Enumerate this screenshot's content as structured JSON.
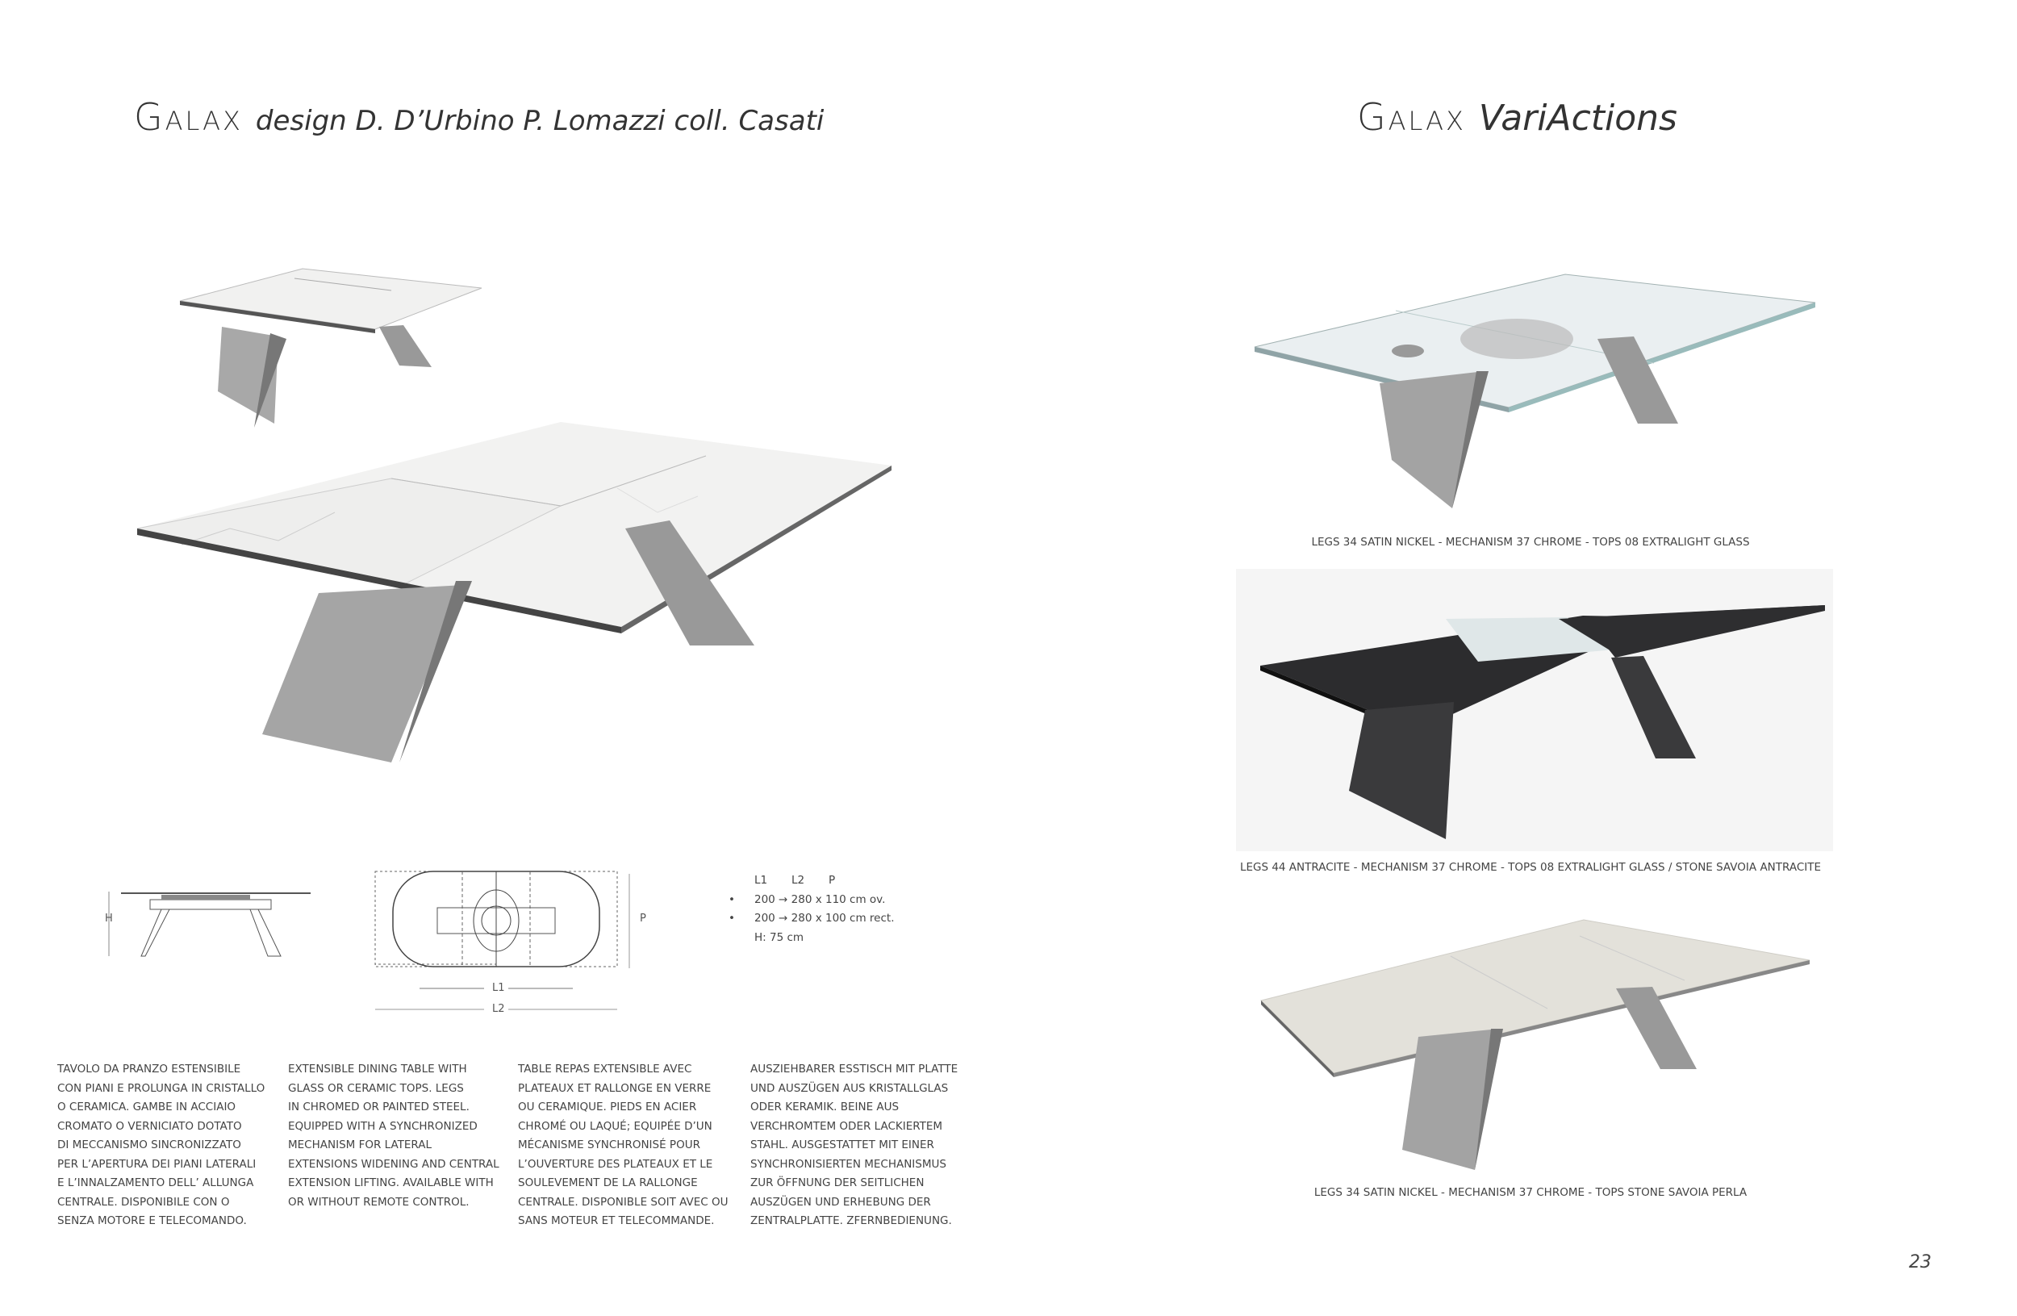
{
  "left_header": {
    "brand": "Galax",
    "subtitle": "design D. D’Urbino P. Lomazzi coll. Casati"
  },
  "right_header": {
    "brand": "Galax",
    "subtitle": "VariActions"
  },
  "drawings": {
    "h_label": "H",
    "p_label": "P",
    "l1_label": "L1",
    "l2_label": "L2"
  },
  "specs": {
    "headers": [
      "L1",
      "L2",
      "P"
    ],
    "rows": [
      {
        "bullet": "•",
        "text": "200 → 280 x 110 cm  ov."
      },
      {
        "bullet": "•",
        "text": "200 → 280 x 100 cm  rect."
      }
    ],
    "height": "H: 75 cm"
  },
  "descriptions": [
    {
      "lang": "it",
      "lines": [
        "TAVOLO DA PRANZO ESTENSIBILE",
        "CON PIANI E PROLUNGA IN CRISTALLO",
        "O CERAMICA. GAMBE IN ACCIAIO",
        "CROMATO O VERNICIATO DOTATO",
        "DI MECCANISMO SINCRONIZZATO",
        "PER L’APERTURA DEI PIANI LATERALI",
        "E L’INNALZAMENTO DELL’ ALLUNGA",
        "CENTRALE. DISPONIBILE CON O",
        "SENZA MOTORE E TELECOMANDO."
      ]
    },
    {
      "lang": "en",
      "lines": [
        "EXTENSIBLE DINING TABLE WITH",
        "GLASS OR CERAMIC TOPS. LEGS",
        "IN CHROMED OR PAINTED STEEL.",
        "EQUIPPED WITH A SYNCHRONIZED",
        "MECHANISM FOR LATERAL",
        "EXTENSIONS WIDENING AND CENTRAL",
        "EXTENSION LIFTING. AVAILABLE WITH",
        "OR WITHOUT REMOTE CONTROL."
      ]
    },
    {
      "lang": "fr",
      "lines": [
        "TABLE REPAS EXTENSIBLE AVEC",
        "PLATEAUX ET RALLONGE EN VERRE",
        "OU CERAMIQUE. PIEDS EN ACIER",
        "CHROMÉ OU LAQUÉ; EQUIPÉE D’UN",
        "MÉCANISME SYNCHRONISÉ POUR",
        "L’OUVERTURE DES PLATEAUX ET LE",
        "SOULEVEMENT DE LA RALLONGE",
        "CENTRALE. DISPONIBLE SOIT AVEC OU",
        "SANS MOTEUR ET TELECOMMANDE."
      ]
    },
    {
      "lang": "de",
      "lines": [
        "AUSZIEHBARER ESSTISCH MIT PLATTE",
        "UND AUSZÜGEN AUS KRISTALLGLAS",
        "ODER KERAMIK. BEINE AUS",
        "VERCHROMTEM ODER LACKIERTEM",
        "STAHL. AUSGESTATTET MIT EINER",
        "SYNCHRONISIERTEN MECHANISMUS",
        "ZUR ÖFFNUNG DER SEITLICHEN",
        "AUSZÜGEN UND ERHEBUNG DER",
        "ZENTRALPLATTE. ZFERNBEDIENUNG."
      ]
    }
  ],
  "variations": [
    {
      "caption": "LEGS 34 SATIN NICKEL - MECHANISM 37 CHROME - TOPS 08 EXTRALIGHT GLASS"
    },
    {
      "caption": "LEGS 44 ANTRACITE - MECHANISM 37 CHROME - TOPS 08 EXTRALIGHT GLASS / STONE SAVOIA ANTRACITE"
    },
    {
      "caption": "LEGS 34 SATIN NICKEL - MECHANISM 37 CHROME - TOPS STONE SAVOIA PERLA"
    }
  ],
  "page_number": "23"
}
